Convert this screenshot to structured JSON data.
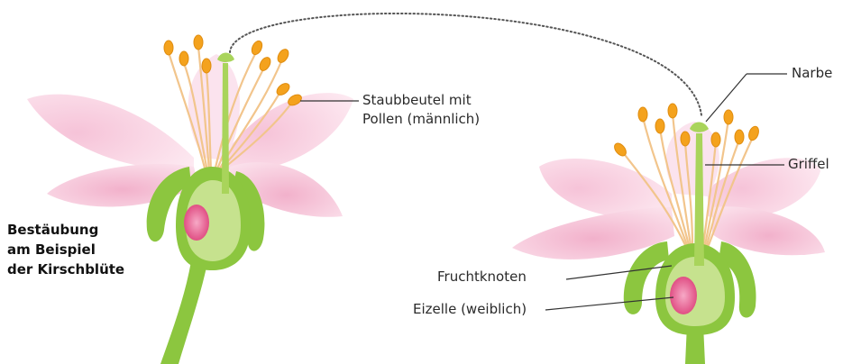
{
  "title_lines": [
    "Bestäubung",
    "am Beispiel",
    "der Kirschblüte"
  ],
  "labels": {
    "staubbeutel_line1": "Staubbeutel mit",
    "staubbeutel_line2": "Pollen (männlich)",
    "narbe": "Narbe",
    "griffel": "Griffel",
    "fruchtknoten": "Fruchtknoten",
    "eizelle": "Eizelle (weiblich)"
  },
  "colors": {
    "petal_light": "#fbe3ee",
    "petal_mid": "#f4bcd3",
    "petal_dark": "#ec9fbf",
    "green": "#8cc63f",
    "green_dark": "#6aa52a",
    "green_light": "#c6e28e",
    "ovule": "#e8608f",
    "ovule_light": "#f7a9c6",
    "filament": "#f2c58c",
    "anther": "#f4a21d",
    "leader_line": "#333333"
  }
}
